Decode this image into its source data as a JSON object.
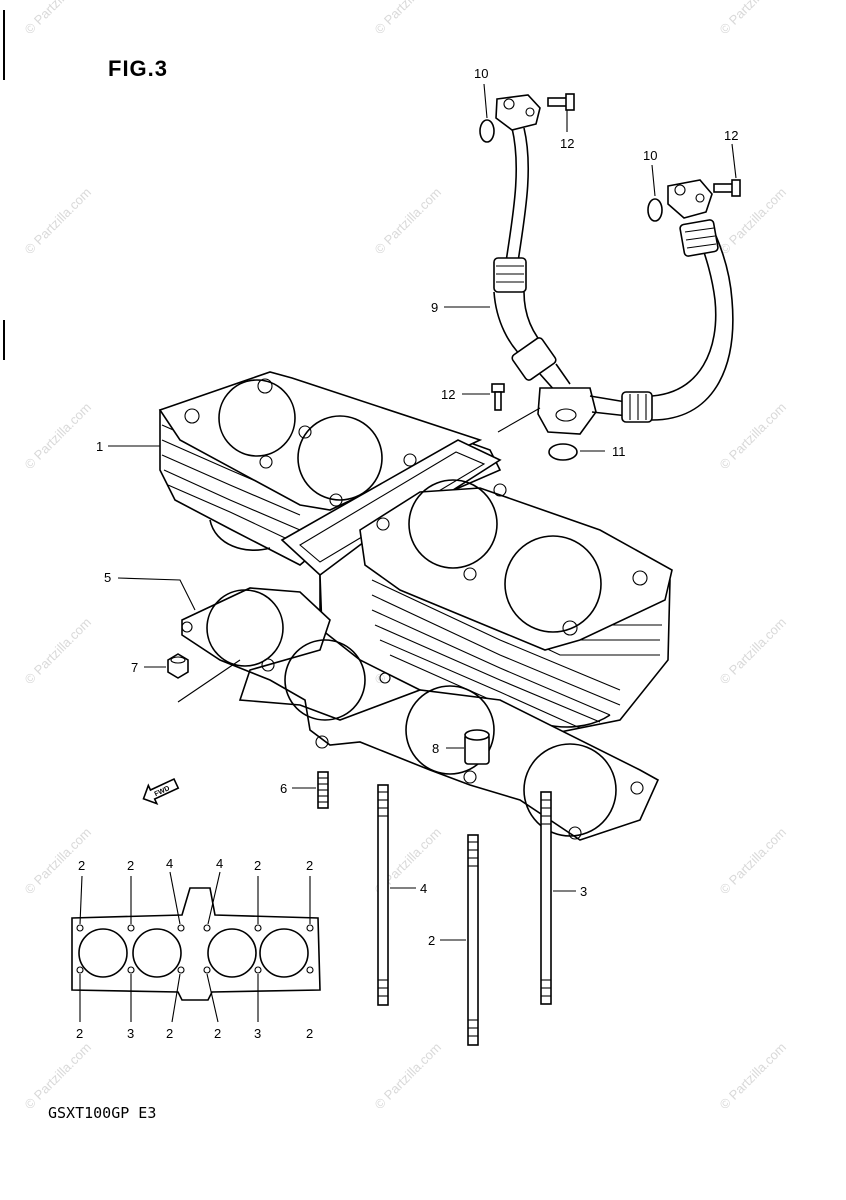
{
  "figure": {
    "title": "FIG.3",
    "model_code": "GSXT100GP E3"
  },
  "watermark": {
    "text": "© Partzilla.com",
    "color": "#d9d9d9"
  },
  "callouts": {
    "c1": "1",
    "c2_stud": "2",
    "c3_stud": "3",
    "c4_stud": "4",
    "c5": "5",
    "c6": "6",
    "c7": "7",
    "c8": "8",
    "c9": "9",
    "c10_left": "10",
    "c10_right": "10",
    "c11": "11",
    "c12_top": "12",
    "c12_right": "12",
    "c12_mid": "12"
  },
  "front_arrow": {
    "label": "FWD"
  },
  "bolt_pattern": {
    "top_labels": [
      "2",
      "2",
      "4",
      "4",
      "2",
      "2"
    ],
    "bottom_labels": [
      "2",
      "3",
      "2",
      "2",
      "3",
      "2"
    ]
  }
}
